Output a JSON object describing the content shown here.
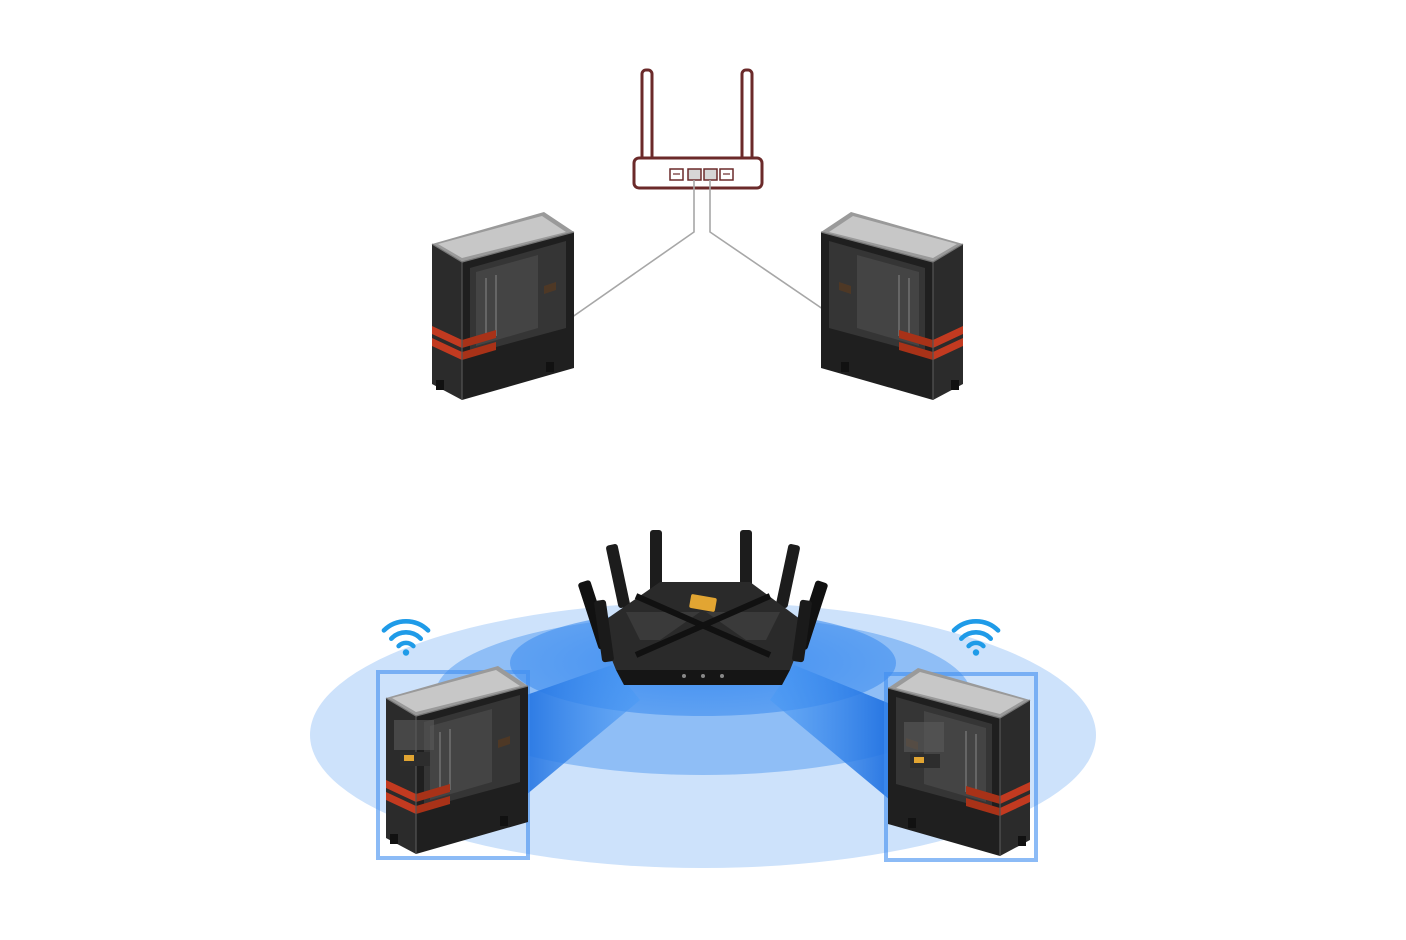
{
  "colors": {
    "background": "#ffffff",
    "wired_router_outline": "#6b2a2a",
    "cable": "#a7a7a7",
    "pc_case": "#1f1f1f",
    "pc_accent": "#c23a20",
    "wifi_glow": "#3f8ef0",
    "wifi_icon": "#1f9be8",
    "router_body": "#222222",
    "router_logo": "#e2a532"
  },
  "icons": {
    "wired_router": "router-outline-icon",
    "wifi": "wifi-icon",
    "pc": "pc-tower"
  },
  "scenes": {
    "wired": {
      "router": "wired-router",
      "pcs": [
        "pc-left",
        "pc-right"
      ],
      "links": [
        "cable",
        "cable"
      ]
    },
    "wireless": {
      "router": "wifi-router",
      "pcs": [
        "pc-left",
        "pc-right"
      ],
      "links": [
        "wifi-beam",
        "wifi-beam"
      ]
    }
  }
}
